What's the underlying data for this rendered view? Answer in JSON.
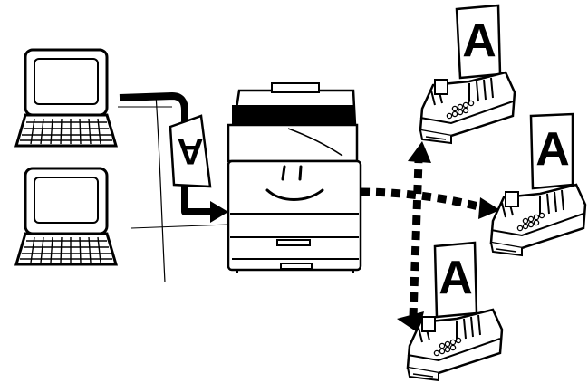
{
  "diagram": {
    "page_letter": "A",
    "colors": {
      "ink": "#000000",
      "paper": "#ffffff"
    },
    "nodes": [
      {
        "id": "computer-1",
        "type": "laptop-computer"
      },
      {
        "id": "computer-2",
        "type": "laptop-computer"
      },
      {
        "id": "multifunction-printer",
        "type": "copier-with-smiling-face"
      },
      {
        "id": "fax-top",
        "type": "fax-machine"
      },
      {
        "id": "fax-right",
        "type": "fax-machine"
      },
      {
        "id": "fax-bottom",
        "type": "fax-machine"
      }
    ],
    "connections": [
      {
        "from": "computer-1",
        "to": "multifunction-printer",
        "style": "solid-thick-arrow",
        "carries": "A page"
      },
      {
        "from": "multifunction-printer",
        "to": "fax-top",
        "style": "dotted-arrow"
      },
      {
        "from": "multifunction-printer",
        "to": "fax-right",
        "style": "dotted-arrow"
      },
      {
        "from": "multifunction-printer",
        "to": "fax-bottom",
        "style": "dotted-arrow"
      }
    ]
  }
}
